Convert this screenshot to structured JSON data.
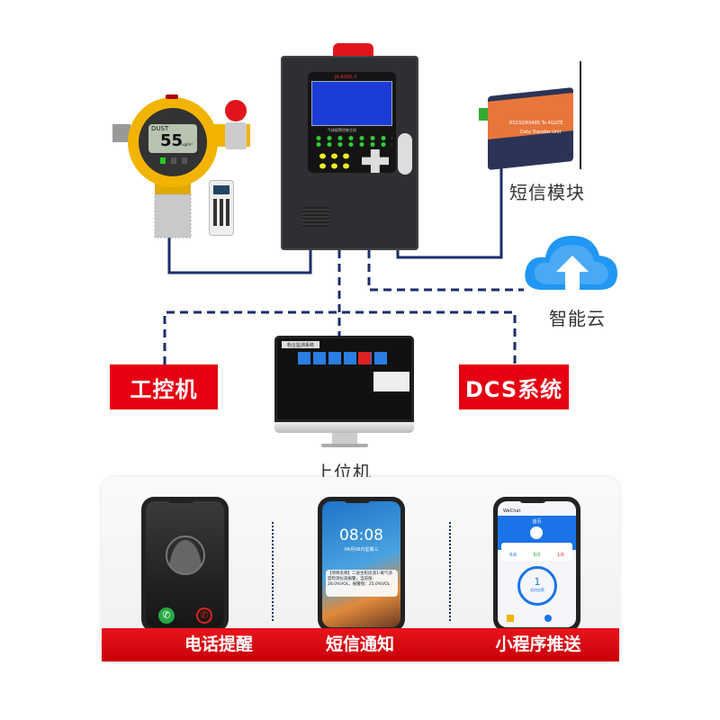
{
  "labels": {
    "sms_module": "短信模块",
    "cloud": "智能云",
    "industrial_pc": "工控机",
    "dcs": "DCS系统",
    "host_pc": "上位机"
  },
  "detector": {
    "display_label": "DUST",
    "display_value": "55",
    "display_unit": "ug/m³"
  },
  "controller": {
    "model": "JA-K300-2",
    "panel_title": "气体报警控制主机"
  },
  "sms_device": {
    "text_line1": "RS232/RS485 To 4G/LTE",
    "text_line2": "Data Transfer Unit"
  },
  "monitor": {
    "title": "粉尘监测系统"
  },
  "phones": {
    "lock_time": "08:08",
    "lock_date": "04月08日星期三",
    "sms_text": "【项目名称】二层主机房道1-氧气浓度检测仪高报警，当前值：28.0%VOL，报警值：25.0%VOL",
    "app_header": "WeChat",
    "app_title": "首页",
    "app_alarm_count": "1",
    "app_alarm_label": "实时告警",
    "app_stats": [
      "6/6",
      "6/0",
      "1/0"
    ]
  },
  "bottom_labels": [
    "电话提醒",
    "短信通知",
    "小程序推送"
  ],
  "colors": {
    "accent_red": "#e60012",
    "line_navy": "#1b2d6b",
    "cloud_blue": "#1e88e5"
  }
}
